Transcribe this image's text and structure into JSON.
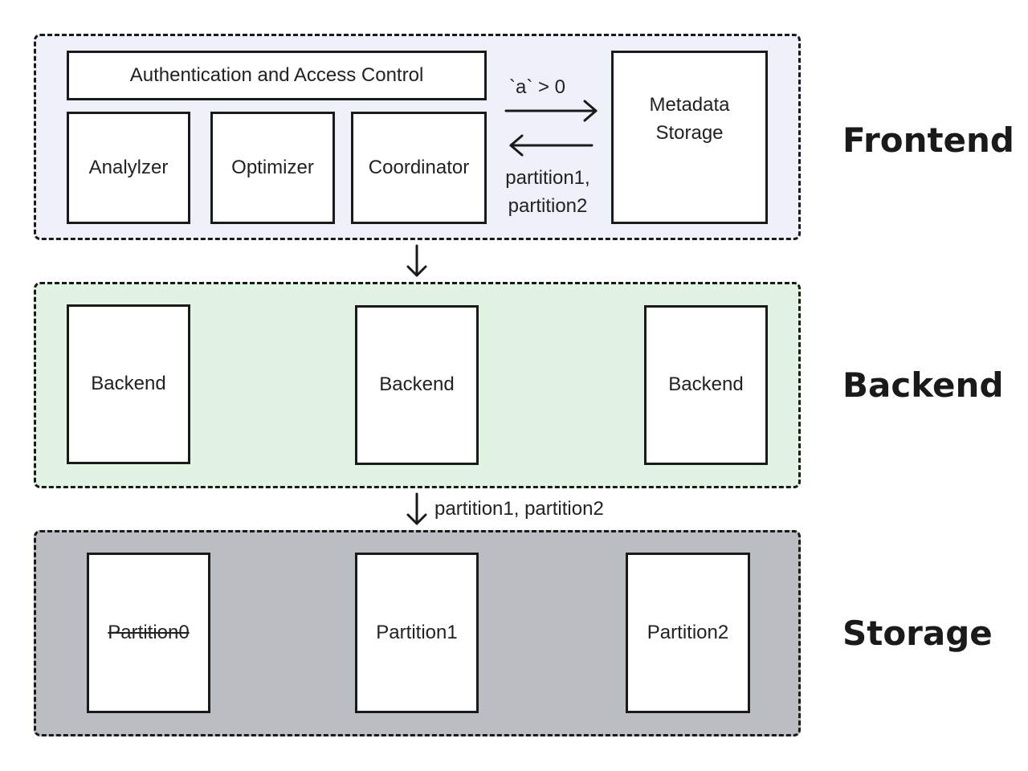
{
  "frontend": {
    "label": "Frontend",
    "auth": "Authentication and Access Control",
    "analyzer": "Analylzer",
    "optimizer": "Optimizer",
    "coordinator": "Coordinator",
    "metadata_line1": "Metadata",
    "metadata_line2": "Storage",
    "query_label": "`a` > 0",
    "result_line1": "partition1,",
    "result_line2": "partition2"
  },
  "backend": {
    "label": "Backend",
    "nodes": [
      "Backend",
      "Backend",
      "Backend"
    ]
  },
  "flow": {
    "backend_to_storage": "partition1, partition2"
  },
  "storage": {
    "label": "Storage",
    "partitions": [
      "Partition0",
      "Partition1",
      "Partition2"
    ]
  },
  "colors": {
    "frontend_bg": "#eef1fa",
    "backend_bg": "#e1f3e3",
    "storage_bg": "#babdc2",
    "stroke": "#1a1a1a"
  }
}
